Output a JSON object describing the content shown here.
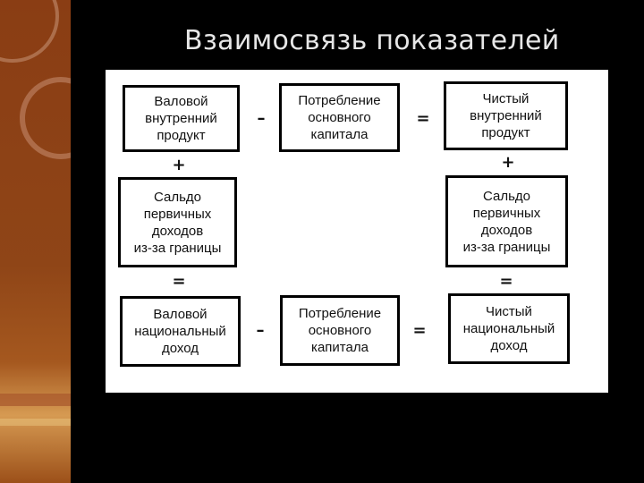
{
  "slide": {
    "title": "Взаимосвязь показателей"
  },
  "diagram": {
    "boxes": {
      "gdp": "Валовой\nвнутренний\nпродукт",
      "depreciation_top": "Потребление\nосновного\nкапитала",
      "ndp": "Чистый\nвнутренний\nпродукт",
      "balance_left": "Сальдо\nпервичных\nдоходов\nиз-за границы",
      "balance_right": "Сальдо\nпервичных\nдоходов\nиз-за границы",
      "gni": "Валовой\nнациональный\nдоход",
      "depreciation_bottom": "Потребление\nосновного\nкапитала",
      "nni": "Чистый\nнациональный\nдоход"
    },
    "operators": {
      "minus_top": "–",
      "equals_top": "=",
      "plus_left": "+",
      "plus_right": "+",
      "equals_left": "=",
      "equals_right": "=",
      "minus_bottom": "–",
      "equals_bottom": "="
    }
  }
}
